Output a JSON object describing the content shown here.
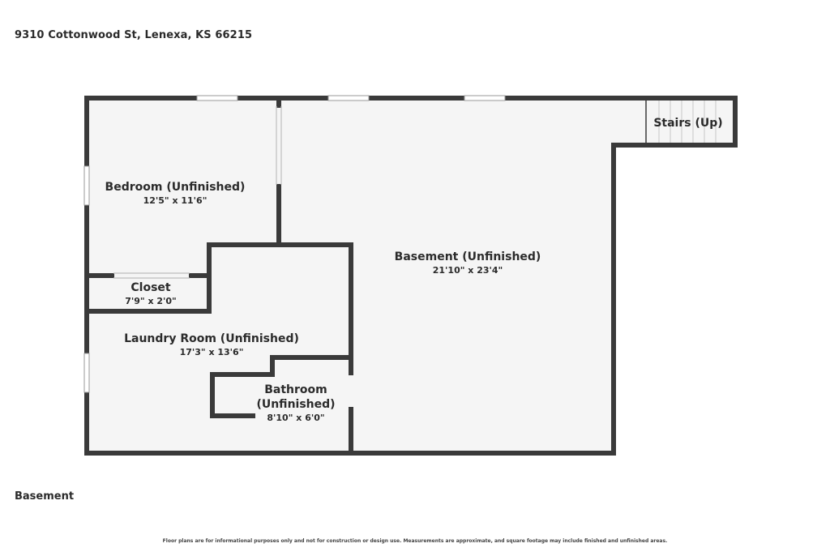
{
  "header": {
    "address": "9310 Cottonwood St, Lenexa, KS 66215"
  },
  "floor": {
    "label": "Basement"
  },
  "rooms": {
    "bedroom": {
      "name": "Bedroom (Unfinished)",
      "dims": "12'5\" x 11'6\""
    },
    "closet": {
      "name": "Closet",
      "dims": "7'9\" x 2'0\""
    },
    "laundry": {
      "name": "Laundry Room (Unfinished)",
      "dims": "17'3\" x 13'6\""
    },
    "bathroom": {
      "name_line1": "Bathroom",
      "name_line2": "(Unfinished)",
      "dims": "8'10\" x 6'0\""
    },
    "basement": {
      "name": "Basement (Unfinished)",
      "dims": "21'10\" x 23'4\""
    },
    "stairs": {
      "name": "Stairs (Up)"
    }
  },
  "footer": {
    "disclaimer": "Floor plans are for informational purposes only and not for construction or design use. Measurements are approximate, and square footage may include finished and unfinished areas."
  },
  "colors": {
    "wall": "#3a3a3a",
    "floor": "#f5f5f5",
    "background": "#ffffff"
  }
}
